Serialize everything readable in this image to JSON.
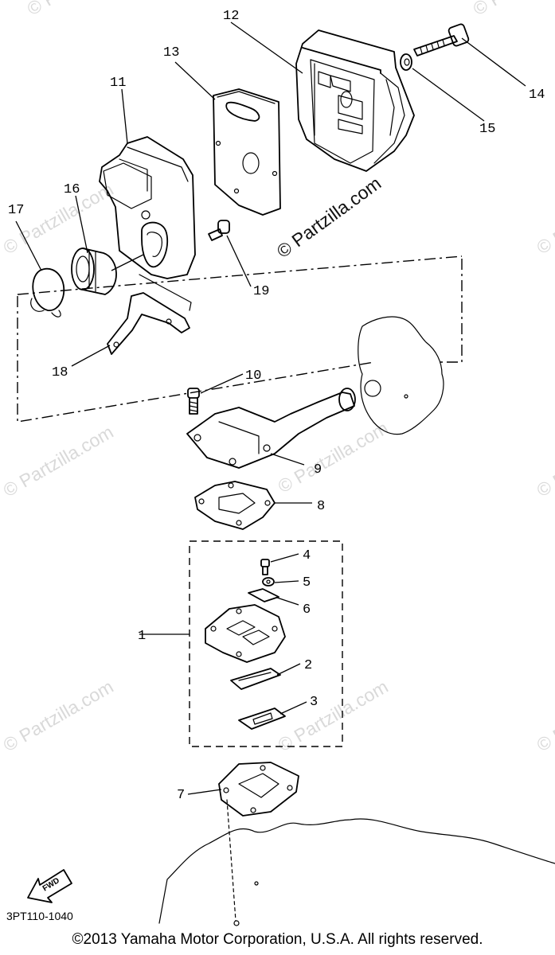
{
  "diagram": {
    "code": "3PT110-1040",
    "copyright": "©2013  Yamaha Motor Corporation, U.S.A. All rights reserved.",
    "watermark_main": "© Partzilla.com",
    "watermark_faint": "© Partzilla.com",
    "fwd_label": "FWD",
    "callouts": {
      "c1": "1",
      "c2": "2",
      "c3": "3",
      "c4": "4",
      "c5": "5",
      "c6": "6",
      "c7": "7",
      "c8": "8",
      "c9": "9",
      "c10": "10",
      "c11": "11",
      "c12": "12",
      "c13": "13",
      "c14": "14",
      "c15": "15",
      "c16": "16",
      "c17": "17",
      "c18": "18",
      "c19": "19"
    }
  }
}
